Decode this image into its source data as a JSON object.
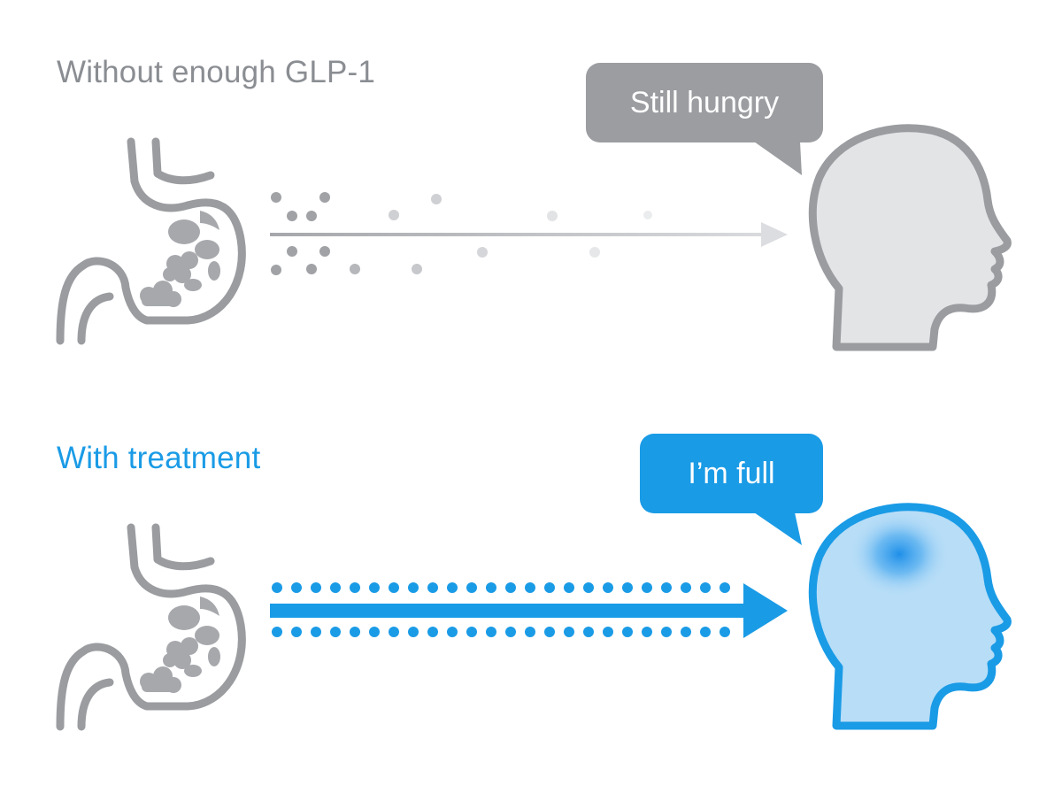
{
  "panels": {
    "without": {
      "heading": "Without enough GLP-1",
      "speech": "Still hungry",
      "signal_strength": "weak"
    },
    "with": {
      "heading": "With treatment",
      "speech": "I’m full",
      "signal_strength": "strong"
    }
  },
  "colors": {
    "gray_text": "#8a8d92",
    "outline_gray": "#9a9ca0",
    "food_gray": "#a6a8ac",
    "bubble_gray": "#9b9da1",
    "head_gray_fill": "#e3e4e6",
    "blue": "#1a9be6",
    "blue_head_fill": "#b7ddf7",
    "glow_blue": "#1f8fe8"
  },
  "icons": {
    "stomach": "stomach-icon",
    "head": "head-profile-icon",
    "arrow": "arrow-right-icon"
  }
}
